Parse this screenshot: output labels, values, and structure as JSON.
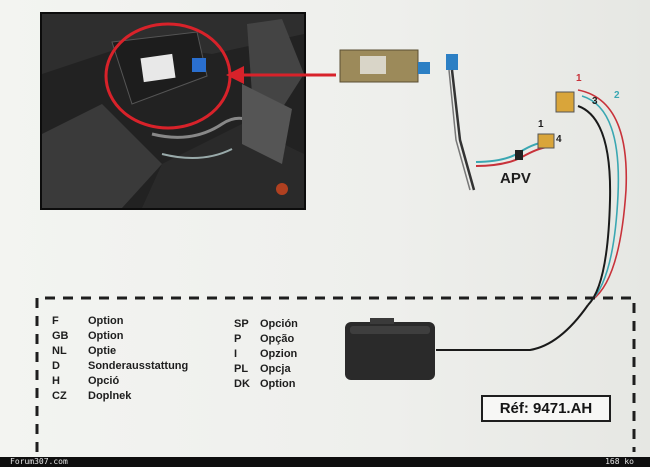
{
  "photo": {},
  "diagram": {
    "apv_label": "APV",
    "connector_a_pins": [
      "1",
      "4"
    ],
    "connector_b_pins": [
      "1",
      "2",
      "3"
    ]
  },
  "languages_left": [
    {
      "code": "F",
      "text": "Option"
    },
    {
      "code": "GB",
      "text": "Option"
    },
    {
      "code": "NL",
      "text": "Optie"
    },
    {
      "code": "D",
      "text": "Sonderausstattung"
    },
    {
      "code": "H",
      "text": "Opció"
    },
    {
      "code": "CZ",
      "text": "Doplnek"
    }
  ],
  "languages_right": [
    {
      "code": "SP",
      "text": "Opción"
    },
    {
      "code": "P",
      "text": "Opção"
    },
    {
      "code": "I",
      "text": "Opzion"
    },
    {
      "code": "PL",
      "text": "Opcja"
    },
    {
      "code": "DK",
      "text": "Option"
    }
  ],
  "reference": "Réf: 9471.AH",
  "footer": {
    "site": "Forum307.com",
    "size": "168 ko"
  },
  "colors": {
    "arrow": "#d8222a",
    "wire_red": "#c8323a",
    "wire_teal": "#3aa7b2",
    "wire_black": "#1a1a1a",
    "connector_blue": "#2c7fc4"
  }
}
